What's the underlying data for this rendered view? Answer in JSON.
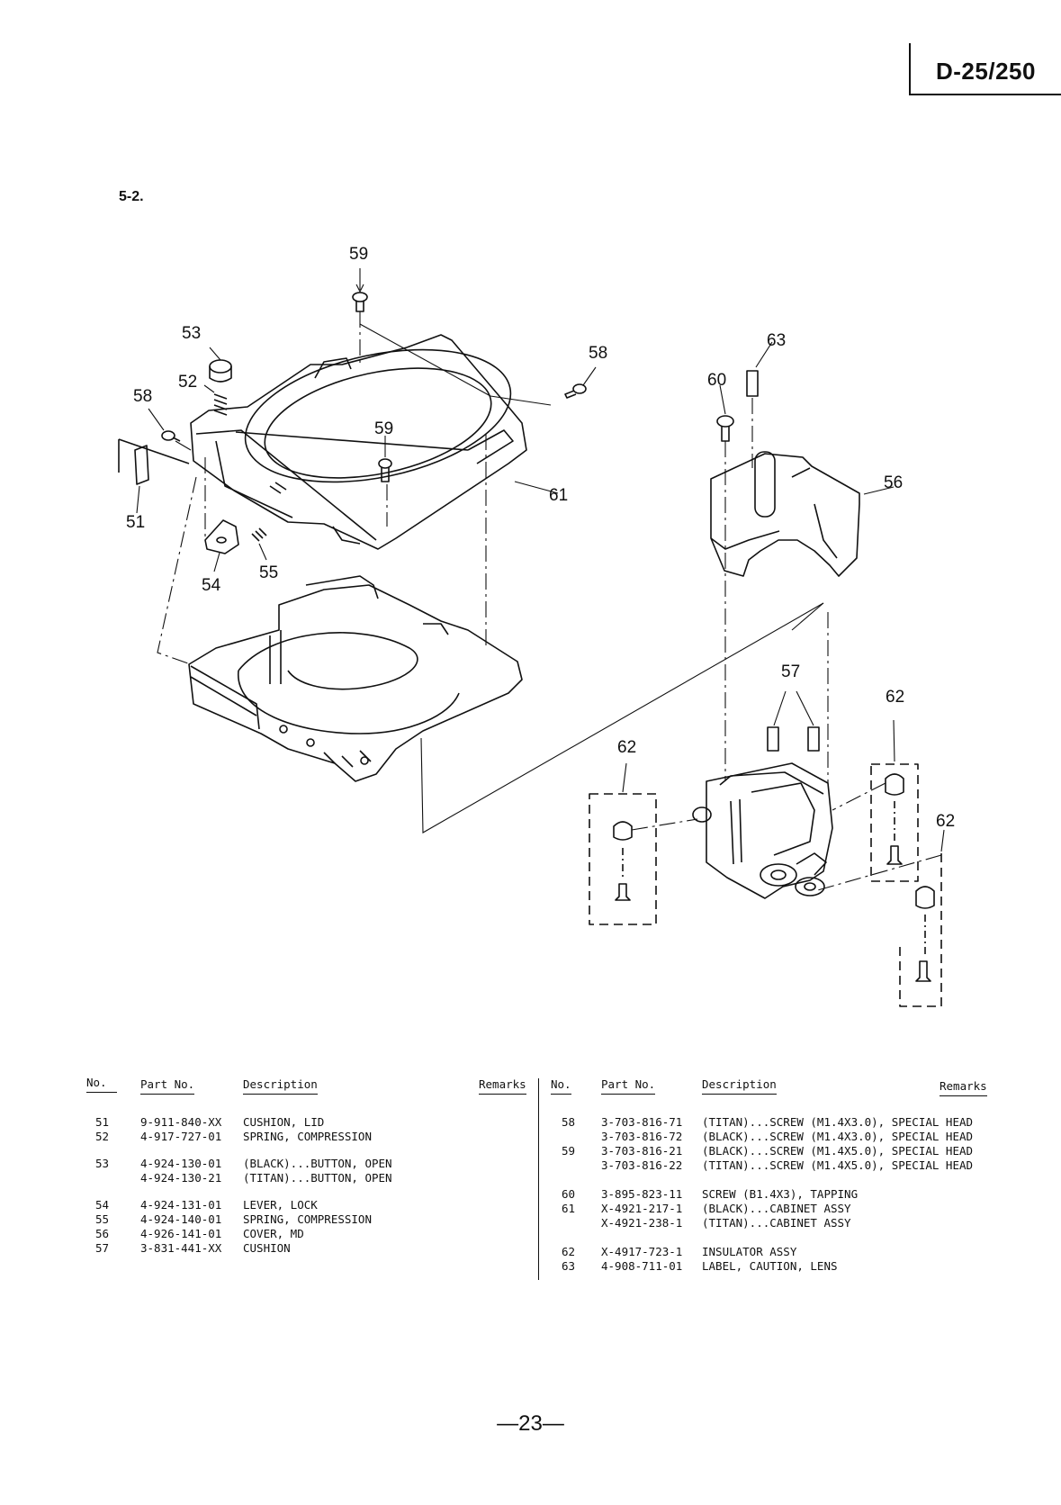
{
  "header": {
    "model": "D-25/250",
    "section": "5-2."
  },
  "callouts": {
    "c51": "51",
    "c52": "52",
    "c53": "53",
    "c54": "54",
    "c55": "55",
    "c56": "56",
    "c57": "57",
    "c58a": "58",
    "c58b": "58",
    "c59a": "59",
    "c59b": "59",
    "c60": "60",
    "c61": "61",
    "c62a": "62",
    "c62b": "62",
    "c62c": "62",
    "c63": "63"
  },
  "table": {
    "headers": {
      "no": "No.",
      "part_no": "Part No.",
      "description": "Description",
      "remarks": "Remarks"
    },
    "left_rows": [
      {
        "no": "51",
        "part": "9-911-840-XX",
        "desc": "CUSHION, LID"
      },
      {
        "no": "52",
        "part": "4-917-727-01",
        "desc": "SPRING, COMPRESSION"
      },
      {
        "no": "53",
        "part": "4-924-130-01",
        "desc": "(BLACK)...BUTTON, OPEN"
      },
      {
        "no": "",
        "part": "4-924-130-21",
        "desc": "(TITAN)...BUTTON, OPEN"
      },
      {
        "no": "54",
        "part": "4-924-131-01",
        "desc": "LEVER, LOCK"
      },
      {
        "no": "55",
        "part": "4-924-140-01",
        "desc": "SPRING, COMPRESSION"
      },
      {
        "no": "56",
        "part": "4-926-141-01",
        "desc": "COVER, MD"
      },
      {
        "no": "57",
        "part": "3-831-441-XX",
        "desc": "CUSHION"
      }
    ],
    "right_rows": [
      {
        "no": "58",
        "part": "3-703-816-71",
        "desc": "(TITAN)...SCREW (M1.4X3.0), SPECIAL HEAD"
      },
      {
        "no": "",
        "part": "3-703-816-72",
        "desc": "(BLACK)...SCREW (M1.4X3.0), SPECIAL HEAD"
      },
      {
        "no": "59",
        "part": "3-703-816-21",
        "desc": "(BLACK)...SCREW (M1.4X5.0), SPECIAL HEAD"
      },
      {
        "no": "",
        "part": "3-703-816-22",
        "desc": "(TITAN)...SCREW (M1.4X5.0), SPECIAL HEAD"
      },
      {
        "no": "60",
        "part": "3-895-823-11",
        "desc": "SCREW (B1.4X3), TAPPING"
      },
      {
        "no": "61",
        "part": "X-4921-217-1",
        "desc": "(BLACK)...CABINET ASSY"
      },
      {
        "no": "",
        "part": "X-4921-238-1",
        "desc": "(TITAN)...CABINET ASSY"
      },
      {
        "no": "62",
        "part": "X-4917-723-1",
        "desc": "INSULATOR ASSY"
      },
      {
        "no": "63",
        "part": "4-908-711-01",
        "desc": "LABEL, CAUTION, LENS"
      }
    ]
  },
  "footer": {
    "page": "—23—"
  }
}
